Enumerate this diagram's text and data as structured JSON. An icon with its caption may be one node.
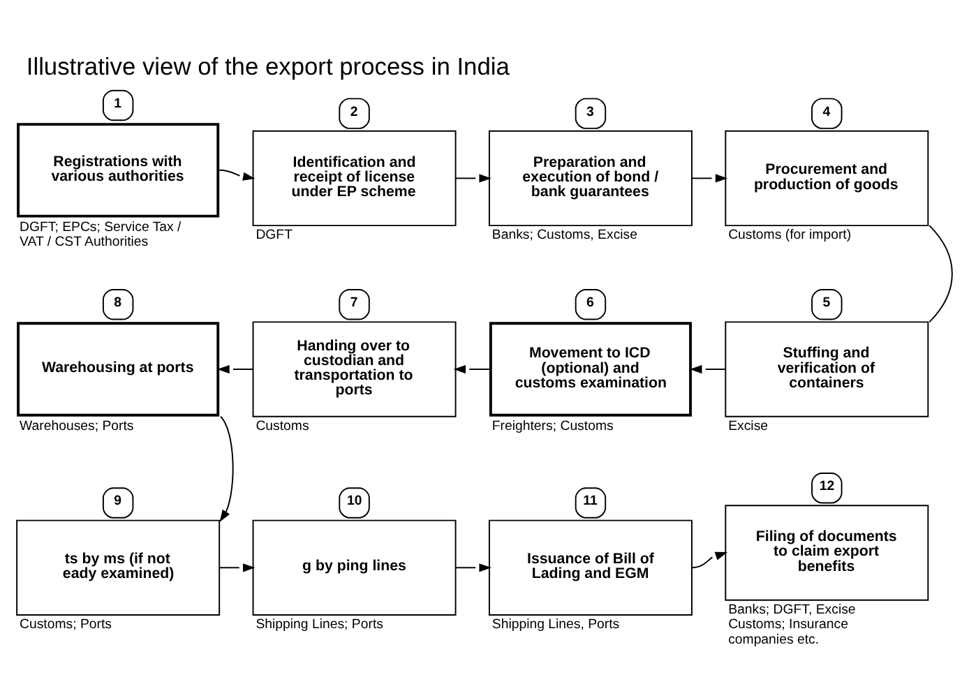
{
  "diagram": {
    "title": "Illustrative view of the export process in India",
    "nodes": [
      {
        "text": [
          "1",
          "Registrations with various authorities"
        ],
        "beside": [
          "DGFT; EPCs; Service Tax / VAT / CST Authorities"
        ]
      },
      {
        "text": [
          "2",
          "Identification and receipt of license under EP scheme"
        ],
        "beside": [
          "DGFT"
        ]
      },
      {
        "text": [
          "3",
          "Preparation and execution of bond / bank guarantees"
        ],
        "beside": [
          "Banks; Customs, Excise"
        ]
      },
      {
        "text": [
          "4",
          "Procurement and production of goods"
        ],
        "beside": [
          "Customs (for import)"
        ]
      },
      {
        "text": [
          "5",
          "Stuffing and verification of containers"
        ],
        "beside": [
          "Excise"
        ]
      },
      {
        "text": [
          "6",
          "Movement to ICD (optional) and customs examination"
        ],
        "beside": [
          "Freighters; Customs"
        ]
      },
      {
        "text": [
          "7",
          "Handing over to custodian and transportation to ports"
        ],
        "beside": [
          "Customs"
        ]
      },
      {
        "text": [
          "8",
          "Warehousing at ports"
        ],
        "beside": [
          "Warehouses; Ports"
        ]
      },
      {
        "text": [
          "9",
          "ts by ms (if not eady examined)"
        ],
        "beside": [
          "Customs; Ports"
        ]
      },
      {
        "text": [
          "10",
          "g by ping lines"
        ],
        "beside": [
          "Shipping Lines; Ports"
        ]
      },
      {
        "text": [
          "11",
          "Issuance of Bill of Lading and EGM"
        ],
        "beside": [
          "Shipping Lines, Ports"
        ]
      },
      {
        "text": [
          "12",
          "Filing of documents to claim export benefits"
        ],
        "beside": [
          "Banks; DGFT, Excise Customs; Insurance companies etc."
        ]
      }
    ],
    "edges": [
      {
        "from": 0,
        "to": 1,
        "arrow": "to"
      },
      {
        "from": 1,
        "to": 2,
        "arrow": "to"
      },
      {
        "from": 2,
        "to": 3,
        "arrow": "to"
      },
      {
        "from": 3,
        "to": 4,
        "arrow": "none"
      },
      {
        "from": 4,
        "to": 5,
        "arrow": "to"
      },
      {
        "from": 5,
        "to": 6,
        "arrow": "to"
      },
      {
        "from": 6,
        "to": 7,
        "arrow": "to"
      },
      {
        "from": 7,
        "to": 8,
        "arrow": "to"
      },
      {
        "from": 8,
        "to": 9,
        "arrow": "to"
      },
      {
        "from": 9,
        "to": 10,
        "arrow": "to"
      },
      {
        "from": 10,
        "to": 11,
        "arrow": "to"
      }
    ]
  }
}
